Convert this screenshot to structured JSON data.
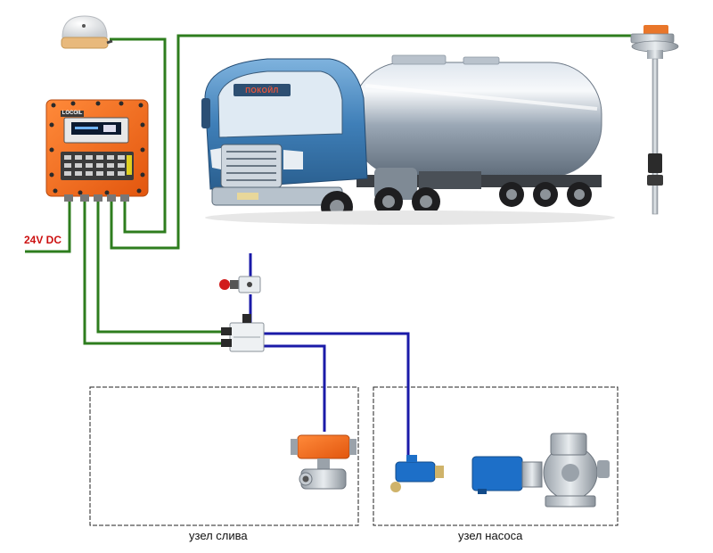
{
  "power": {
    "label": "24V DC"
  },
  "truck": {
    "badge": "ПОКОЙЛ"
  },
  "controller": {
    "brand": "LOCOIL"
  },
  "zones": {
    "drain": {
      "label": "узел слива"
    },
    "pump": {
      "label": "узел насоса"
    }
  },
  "colors": {
    "signal_wire": "#2e7d1e",
    "air_line": "#1a1aa8",
    "power_label": "#cc1010",
    "controller_body": "#f26a1b",
    "valve_actuator": "#f07c2a",
    "pump_motor": "#1d6fc8"
  },
  "icons": [
    "gps-antenna-icon",
    "level-sensor-icon",
    "controller-icon",
    "tanker-truck-icon",
    "emergency-stop-valve-icon",
    "solenoid-valve-block-icon",
    "ball-valve-icon",
    "pneumatic-cylinder-icon",
    "pump-icon"
  ]
}
